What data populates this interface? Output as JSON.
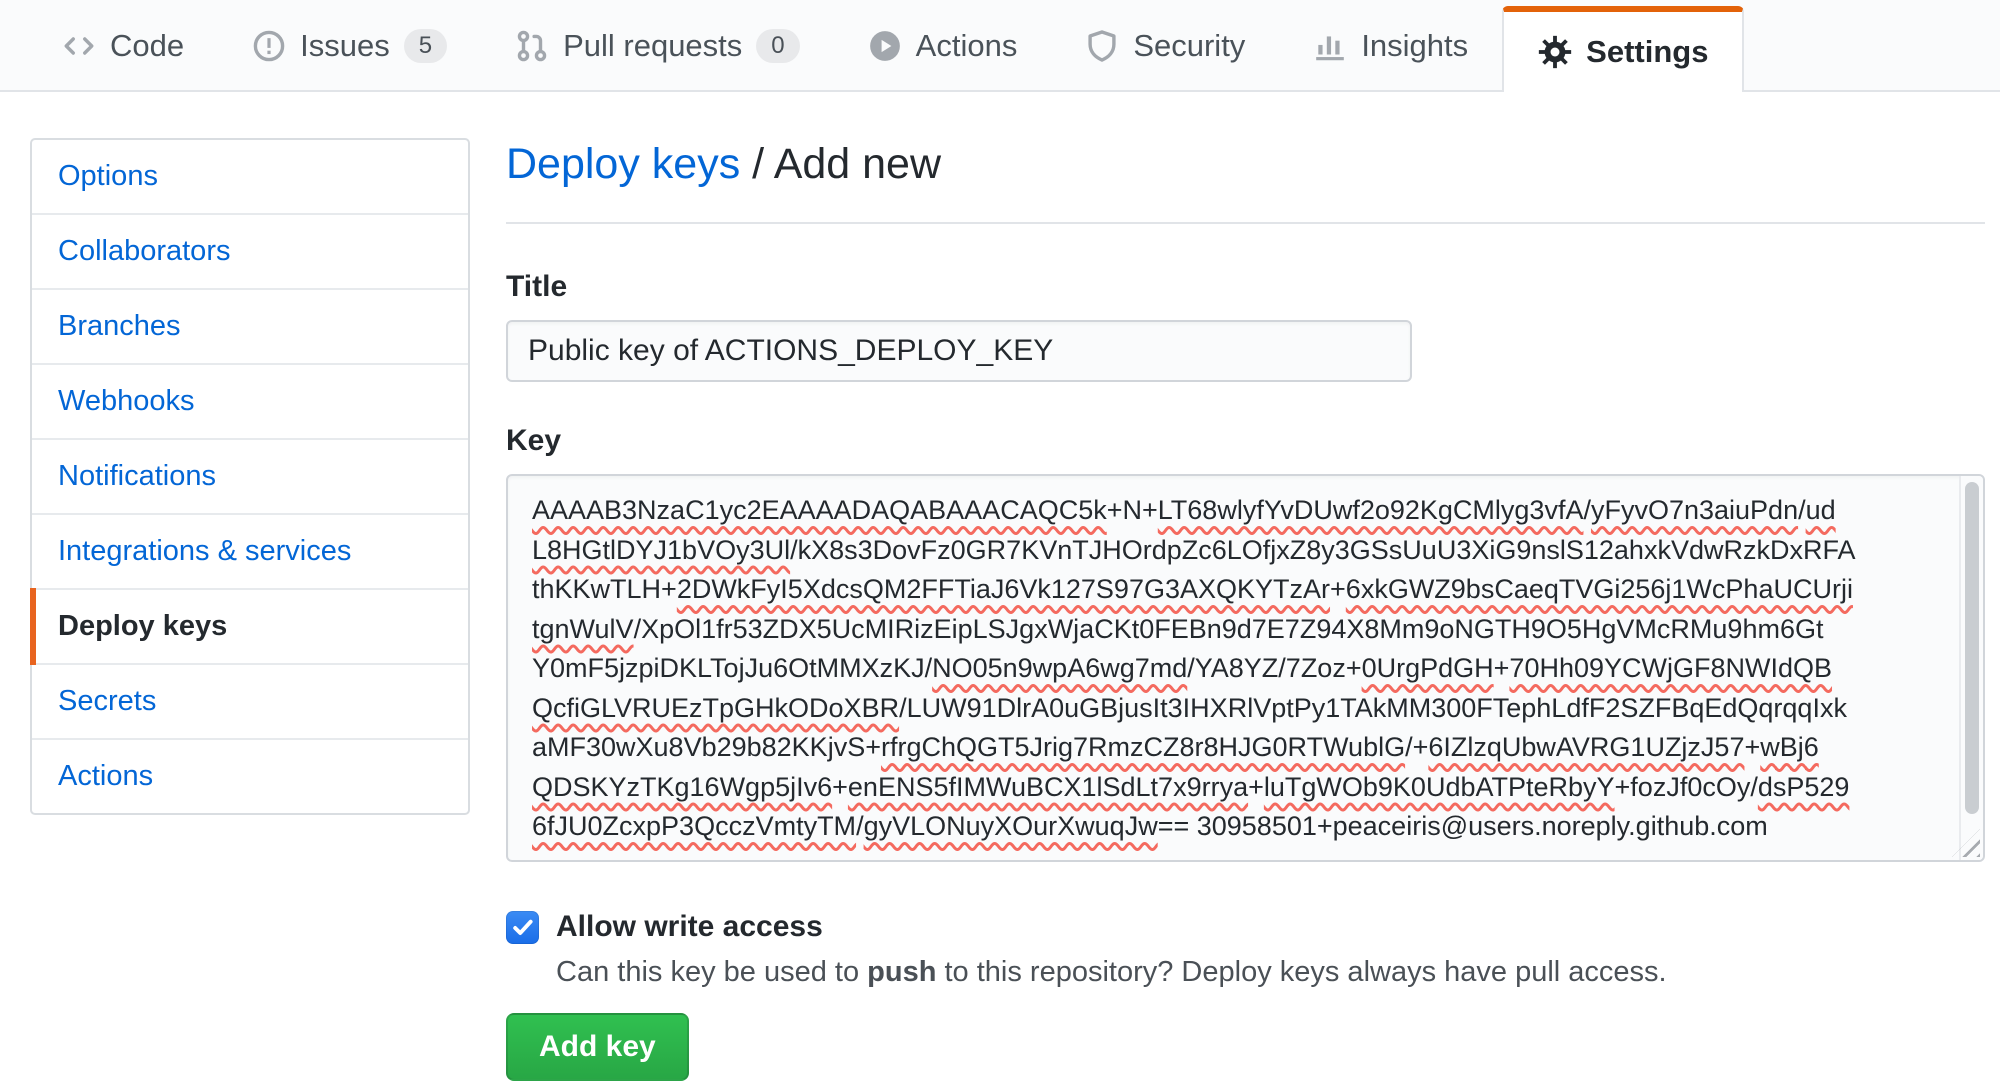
{
  "nav": {
    "tabs": [
      {
        "label": "Code",
        "icon": "code-icon"
      },
      {
        "label": "Issues",
        "icon": "issue-opened-icon",
        "count": "5"
      },
      {
        "label": "Pull requests",
        "icon": "git-pull-request-icon",
        "count": "0"
      },
      {
        "label": "Actions",
        "icon": "play-icon"
      },
      {
        "label": "Security",
        "icon": "shield-icon"
      },
      {
        "label": "Insights",
        "icon": "graph-icon"
      },
      {
        "label": "Settings",
        "icon": "gear-icon",
        "active": true
      }
    ]
  },
  "sidebar": {
    "items": [
      {
        "label": "Options"
      },
      {
        "label": "Collaborators"
      },
      {
        "label": "Branches"
      },
      {
        "label": "Webhooks"
      },
      {
        "label": "Notifications"
      },
      {
        "label": "Integrations & services"
      },
      {
        "label": "Deploy keys",
        "active": true
      },
      {
        "label": "Secrets"
      },
      {
        "label": "Actions"
      }
    ]
  },
  "main": {
    "breadcrumb": {
      "link": "Deploy keys",
      "separator": " / ",
      "current": "Add new"
    },
    "title_field": {
      "label": "Title",
      "value": "Public key of ACTIONS_DEPLOY_KEY"
    },
    "key_field": {
      "label": "Key",
      "lines": [
        [
          [
            "AAAAB3NzaC1yc2EAAAADAQABAAACAQC5k",
            1
          ],
          [
            "+N+",
            0
          ],
          [
            "LT68wlyfYvDUwf2o92KgCMlyg3vfA",
            1
          ],
          [
            "/",
            0
          ],
          [
            "yFyvO7n3aiuPdn",
            1
          ],
          [
            "/",
            0
          ],
          [
            "ud",
            1
          ]
        ],
        [
          [
            "L8HGtlDYJ1bVOy3Ul",
            1
          ],
          [
            "/kX8s3DovFz0GR7KVnTJHOrdpZc6LOfjxZ8y3GSsUuU3XiG9nslS12ahxkVdwRzkDxRFA",
            0
          ]
        ],
        [
          [
            "thKKwTLH+",
            0
          ],
          [
            "2DWkFyI5XdcsQM2FFTiaJ6Vk127S97G3AXQKYTzAr",
            1
          ],
          [
            "+",
            0
          ],
          [
            "6xkGWZ9bsCaeqTVGi256j1WcPhaUCUrji",
            1
          ]
        ],
        [
          [
            "tgnWulV",
            1
          ],
          [
            "/XpOl1fr53ZDX5UcMIRizEipLSJgxWjaCKt0FEBn9d7E7Z94X8Mm9oNGTH9O5HgVMcRMu9hm6Gt",
            0
          ]
        ],
        [
          [
            "Y0mF5jzpiDKLTojJu6OtMMXzKJ/",
            0
          ],
          [
            "NO05n9wpA6wg7md",
            1
          ],
          [
            "/YA8YZ/7Zoz+",
            0
          ],
          [
            "0UrgPdGH",
            1
          ],
          [
            "+",
            0
          ],
          [
            "70Hh09YCWjGF8NWIdQB",
            1
          ]
        ],
        [
          [
            "QcfiGLVRUEzTpGHkODoXBR",
            1
          ],
          [
            "/LUW91DlrA0uGBjusIt3IHXRlVptPy1TAkMM300FTephLdfF2SZFBqEdQqrqqIxk",
            0
          ]
        ],
        [
          [
            "aMF30wXu8Vb29b82KKjvS+",
            0
          ],
          [
            "rfrgChQGT5Jrig7RmzCZ8r8HJG0RTWublG",
            1
          ],
          [
            "/+",
            0
          ],
          [
            "6IZlzqUbwAVRG1UZjzJ57",
            1
          ],
          [
            "+",
            0
          ],
          [
            "wBj6",
            1
          ]
        ],
        [
          [
            "QDSKYzTKg16Wgp5jIv6",
            1
          ],
          [
            "+",
            0
          ],
          [
            "enENS5fIMWuBCX1lSdLt7x9rrya",
            1
          ],
          [
            "+",
            0
          ],
          [
            "luTgWOb9K0UdbATPteRbyY",
            1
          ],
          [
            "+fozJf0cOy/",
            0
          ],
          [
            "dsP529",
            1
          ]
        ],
        [
          [
            "6fJU0ZcxpP3QcczVmtyTM",
            1
          ],
          [
            "/",
            0
          ],
          [
            "gyVLONuyXOurXwuqJw",
            1
          ],
          [
            "== 30958501+peaceiris@users.noreply.github.com",
            0
          ]
        ]
      ]
    },
    "write_access": {
      "label": "Allow write access",
      "checked": true,
      "description_prefix": "Can this key be used to ",
      "description_bold": "push",
      "description_suffix": " to this repository? Deploy keys always have pull access."
    },
    "submit_label": "Add key"
  },
  "colors": {
    "accent_orange": "#e36209",
    "sidebar_active_orange": "#e8641f",
    "link_blue": "#0366d6",
    "button_green": "#28a745",
    "checkbox_blue": "#1a6de8",
    "spellcheck_red": "#f46a5f",
    "text_dark": "#24292e",
    "border_gray": "#e1e4e8",
    "input_bg": "#fafbfc"
  }
}
